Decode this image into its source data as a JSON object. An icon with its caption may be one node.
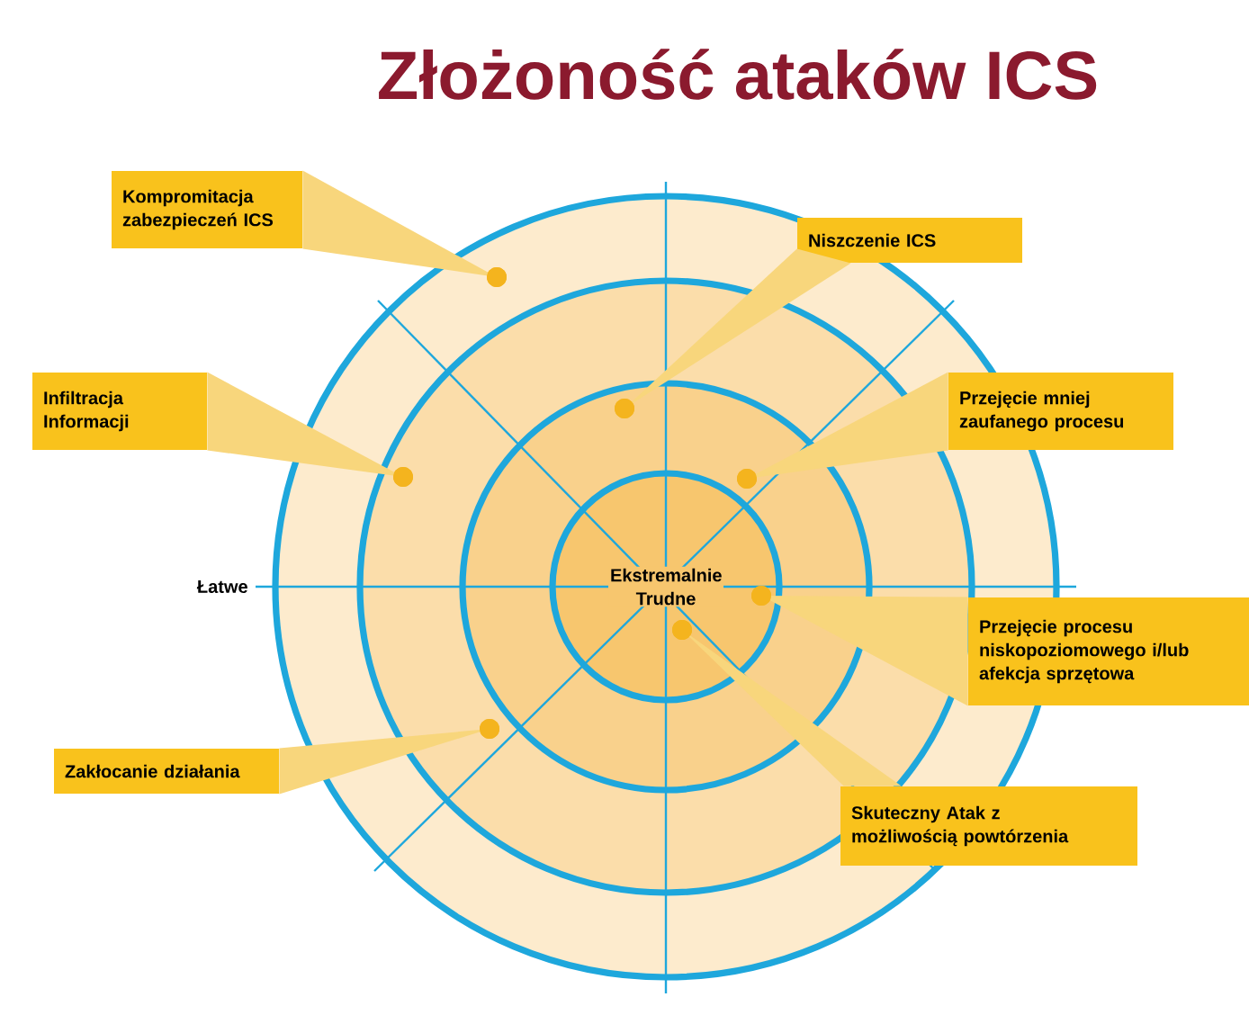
{
  "diagram": {
    "title": "Złożoność ataków ICS",
    "nodes": [
      {
        "text": [
          "Kompromitacja zabezpieczeń ICS"
        ]
      },
      {
        "text": [
          "Niszczenie ICS"
        ]
      },
      {
        "text": [
          "Infiltracja Informacji"
        ]
      },
      {
        "text": [
          "Przejęcie mniej zaufanego procesu"
        ]
      },
      {
        "text": [
          "Przejęcie procesu niskopoziomowego i/lub afekcja sprzętowa"
        ]
      },
      {
        "text": [
          "Zakłocanie działania"
        ]
      },
      {
        "text": [
          "Skuteczny Atak z możliwością powtórzenia"
        ]
      },
      {
        "text": [],
        "shape": "circle"
      },
      {
        "text": [],
        "shape": "circle"
      },
      {
        "text": [],
        "shape": "circle"
      },
      {
        "text": [],
        "shape": "circle"
      },
      {
        "text": [],
        "shape": "circle"
      },
      {
        "text": [],
        "shape": "circle"
      },
      {
        "text": [],
        "shape": "circle"
      }
    ],
    "edges": [
      {
        "from": 0,
        "to": 9,
        "arrow": "none"
      },
      {
        "from": 1,
        "to": 10,
        "arrow": "none"
      },
      {
        "from": 2,
        "to": 7,
        "arrow": "none"
      },
      {
        "from": 3,
        "to": 12,
        "arrow": "none"
      },
      {
        "from": 4,
        "to": 13,
        "arrow": "none"
      },
      {
        "from": 5,
        "to": 8,
        "arrow": "none"
      },
      {
        "from": 6,
        "to": 11,
        "arrow": "none"
      }
    ],
    "labels": [
      "Łatwe",
      "Ekstremalnie Trudne"
    ]
  }
}
